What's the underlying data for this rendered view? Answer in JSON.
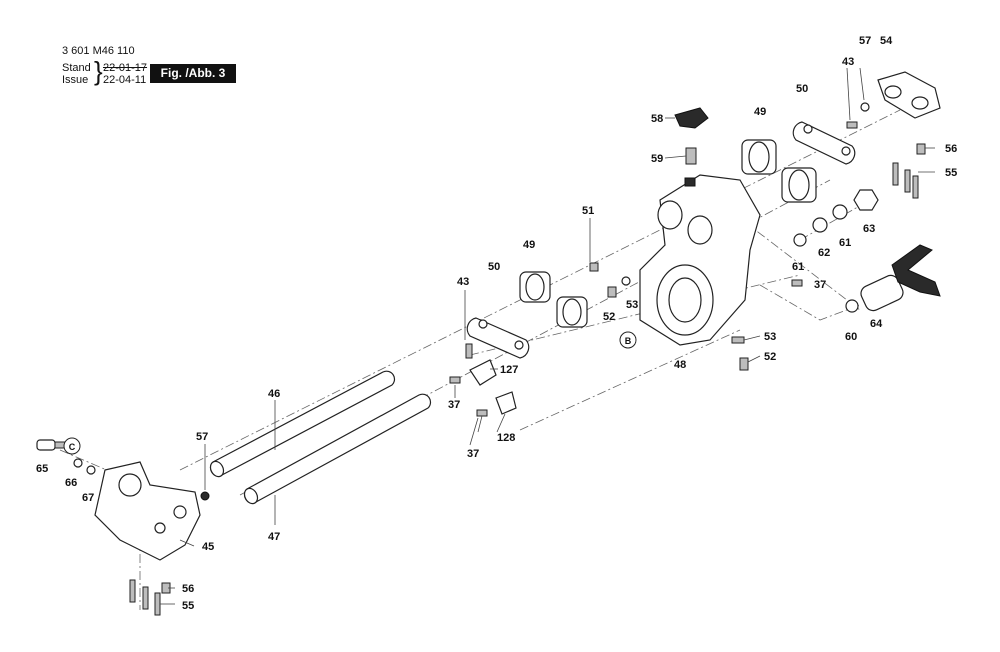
{
  "header": {
    "part_number": "3 601 M46 110",
    "stand_label": "Stand",
    "issue_label": "Issue",
    "old_date": "22-01-17",
    "new_date": "22-04-11",
    "figure": "Fig. /Abb. 3"
  },
  "callouts": {
    "p37a": "37",
    "p37b": "37",
    "p37c": "37",
    "p43a": "43",
    "p43b": "43",
    "p45": "45",
    "p46": "46",
    "p47": "47",
    "p48": "48",
    "p49a": "49",
    "p49b": "49",
    "p50a": "50",
    "p50b": "50",
    "p51": "51",
    "p52a": "52",
    "p52b": "52",
    "p53a": "53",
    "p53b": "53",
    "p54": "54",
    "p55a": "55",
    "p55b": "55",
    "p56a": "56",
    "p56b": "56",
    "p57a": "57",
    "p57b": "57",
    "p58": "58",
    "p59": "59",
    "p60": "60",
    "p61a": "61",
    "p61b": "61",
    "p62": "62",
    "p63": "63",
    "p64": "64",
    "p65": "65",
    "p66": "66",
    "p67": "67",
    "p127": "127",
    "p128": "128",
    "refB": "B",
    "refC": "C"
  }
}
